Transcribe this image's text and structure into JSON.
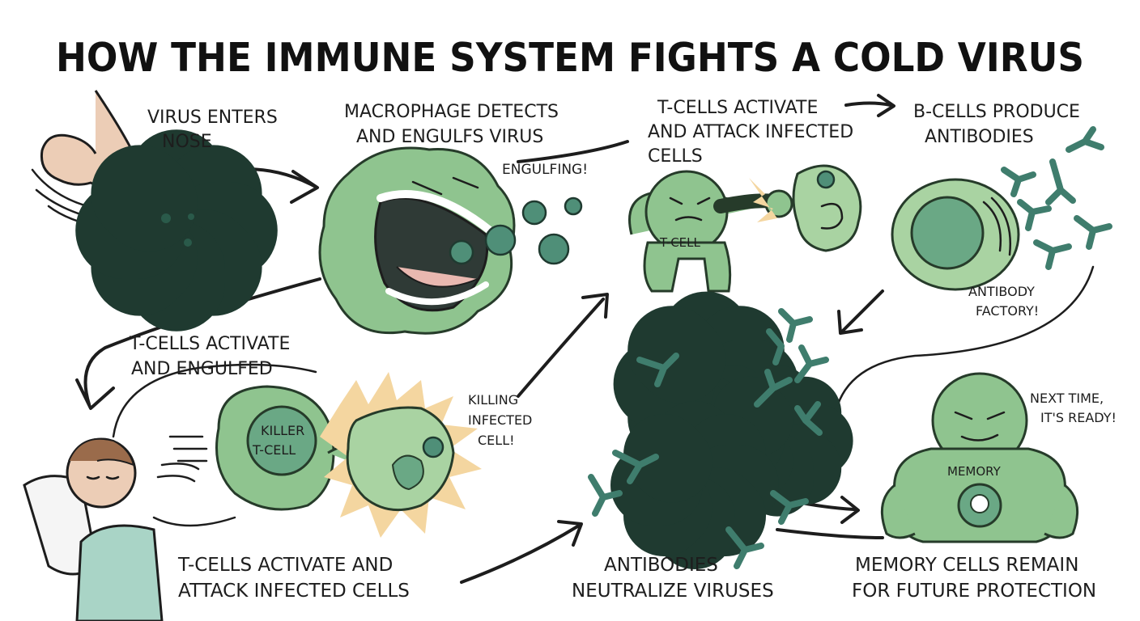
{
  "title": "HOW THE IMMUNE SYSTEM FIGHTS A COLD VIRUS",
  "steps": {
    "virus_enters": [
      "VIRUS ENTERS",
      "NOSE"
    ],
    "macrophage": [
      "MACROPHAGE DETECTS",
      "AND ENGULFS VIRUS"
    ],
    "tcells_top": [
      "T-CELLS ACTIVATE",
      "AND ATTACK INFECTED",
      "CELLS"
    ],
    "bcells": [
      "B-CELLS PRODUCE",
      "ANTIBODIES"
    ],
    "tcells_left": [
      "T-CELLS ACTIVATE",
      "AND ENGULFED"
    ],
    "tcells_bottom": [
      "T-CELLS ACTIVATE AND",
      "ATTACK INFECTED CELLS"
    ],
    "antibodies": [
      "ANTIBODIES",
      "NEUTRALIZE VIRUSES"
    ],
    "memory": [
      "MEMORY CELLS REMAIN",
      "FOR FUTURE PROTECTION"
    ]
  },
  "annotations": {
    "engulfing": "ENGULFING!",
    "tcell_badge": "T-CELL",
    "antibody_factory": [
      "ANTIBODY",
      "FACTORY!"
    ],
    "killer_badge": [
      "KILLER",
      "T-CELL"
    ],
    "killing": [
      "KILLING",
      "INFECTED",
      "CELL!"
    ],
    "next_time": [
      "NEXT TIME,",
      "IT'S READY!"
    ],
    "memory_badge": "MEMORY"
  },
  "colors": {
    "cell_green": "#8fc48f",
    "virus_teal": "#4f8f78",
    "antibody_teal": "#3f7d6d",
    "burst": "#f4d6a0",
    "ink": "#1d1d1d"
  }
}
